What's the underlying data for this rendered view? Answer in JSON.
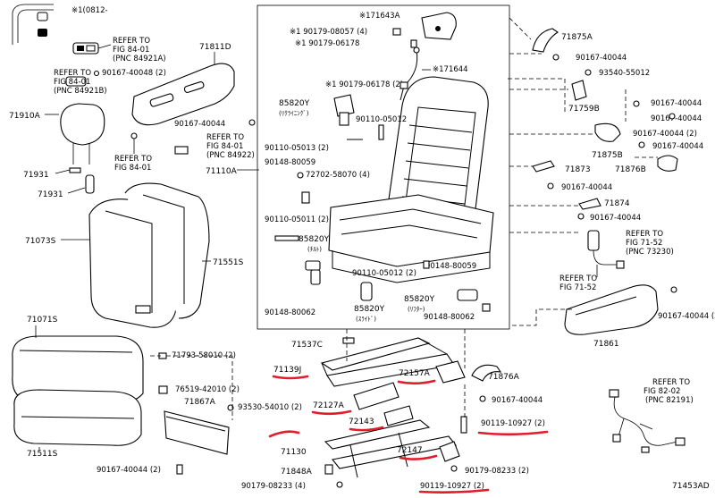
{
  "diagram": {
    "figure_id": "71453AD",
    "labels": {
      "note_0812": "※1(0812-",
      "l71811D": "71811D",
      "l71910A": "71910A",
      "l71931a": "71931",
      "l71931b": "71931",
      "l71073S": "71073S",
      "l71551S": "71551S",
      "l71071S": "71071S",
      "l71511S": "71511S",
      "l71867A": "71867A",
      "l71110A": "71110A",
      "l71643A": "※171643A",
      "l71644": "※171644",
      "l71875A": "71875A",
      "l71759B": "71759B",
      "l71875B": "71875B",
      "l71876B": "71876B",
      "l71873": "71873",
      "l71874": "71874",
      "l71861": "71861",
      "l71876A": "71876A",
      "l71537C": "71537C",
      "l71139J": "71139J",
      "l72157A": "72157A",
      "l72127A": "72127A",
      "l72143": "72143",
      "l71130": "71130",
      "l72147": "72147",
      "l71848A": "71848A",
      "l85820Y_1": "85820Y",
      "l85820Y_1jp": "(ﾘｸﾗｲﾆﾝｸﾞ)",
      "l85820Y_2": "85820Y",
      "l85820Y_2jp": "(ﾁﾙﾄ)",
      "l85820Y_3": "85820Y",
      "l85820Y_3jp": "(ｽﾗｲﾄﾞ)",
      "l85820Y_4": "85820Y",
      "l85820Y_4jp": "(ﾘﾌﾀｰ)",
      "b90179_08057": "※1 90179-08057 (4)",
      "b90179_06178a": "※1 90179-06178",
      "b90179_06178b": "※1 90179-06178 (2)",
      "b90110_05012a": "90110-05012",
      "b90110_05013": "90110-05013 (2)",
      "b90148_80059a": "90148-80059",
      "b72702_58070": "72702-58070 (4)",
      "b90110_05011": "90110-05011 (2)",
      "b90110_05012b": "90110-05012 (2)",
      "b90148_80059b": "90148-80059",
      "b90148_80062a": "90148-80062",
      "b90148_80062b": "90148-80062",
      "b90167_40048": "90167-40048 (2)",
      "b90167_40044a": "90167-40044",
      "b90167_40044b": "90167-40044",
      "b90167_40044c": "90167-40044",
      "b90167_40044d": "90167-40044 (2)",
      "b90167_40044e": "90167-40044",
      "b90167_40044f": "90167-40044",
      "b90167_40044g": "90167-40044",
      "b90167_40044h": "90167-40044",
      "b90167_40044i": "90167-40044 (2)",
      "b93540_55012": "93540-55012",
      "b71793_58010": "71793-58010 (2)",
      "b76519_42010": "76519-42010 (2)",
      "b93530_54010": "93530-54010 (2)",
      "b90179_08233a": "90179-08233 (4)",
      "b90179_08233b": "90179-08233 (2)",
      "b90119_10927a": "90119-10927 (2)",
      "b90119_10927b": "90119-10927 (2)"
    },
    "refer_notes": {
      "r1a": "REFER TO",
      "r1b": "FIG  84-01",
      "r1c": "(PNC 84921A)",
      "r2a": "REFER TO",
      "r2b": "FIG  84-01",
      "r2c": "(PNC 84921B)",
      "r3a": "REFER TO",
      "r3b": "FIG  84-01",
      "r3c": "(PNC 84922)",
      "r4a": "REFER TO",
      "r4b": "FIG  84-01",
      "r5a": "REFER TO",
      "r5b": "FIG  71-52",
      "r5c": "(PNC 73230)",
      "r6a": "REFER TO",
      "r6b": "FIG 71-52",
      "r7a": "REFER TO",
      "r7b": "FIG  82-02",
      "r7c": "(PNC 82191)"
    }
  }
}
